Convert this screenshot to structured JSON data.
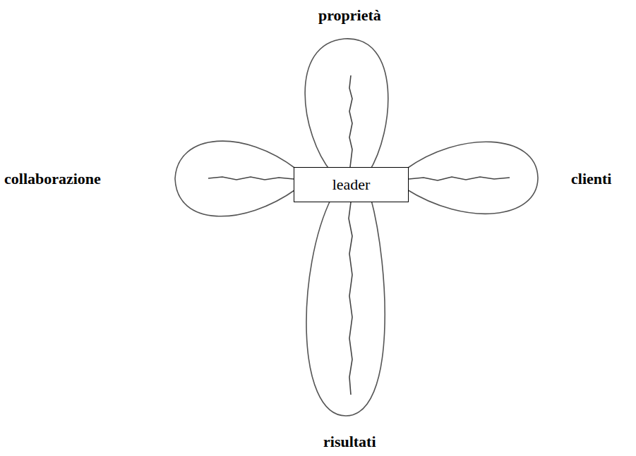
{
  "diagram": {
    "nodes": [
      {
        "text": [
          "leader"
        ]
      }
    ],
    "labels": [
      "proprietà",
      "collaborazione",
      "clienti",
      "risultati"
    ]
  }
}
